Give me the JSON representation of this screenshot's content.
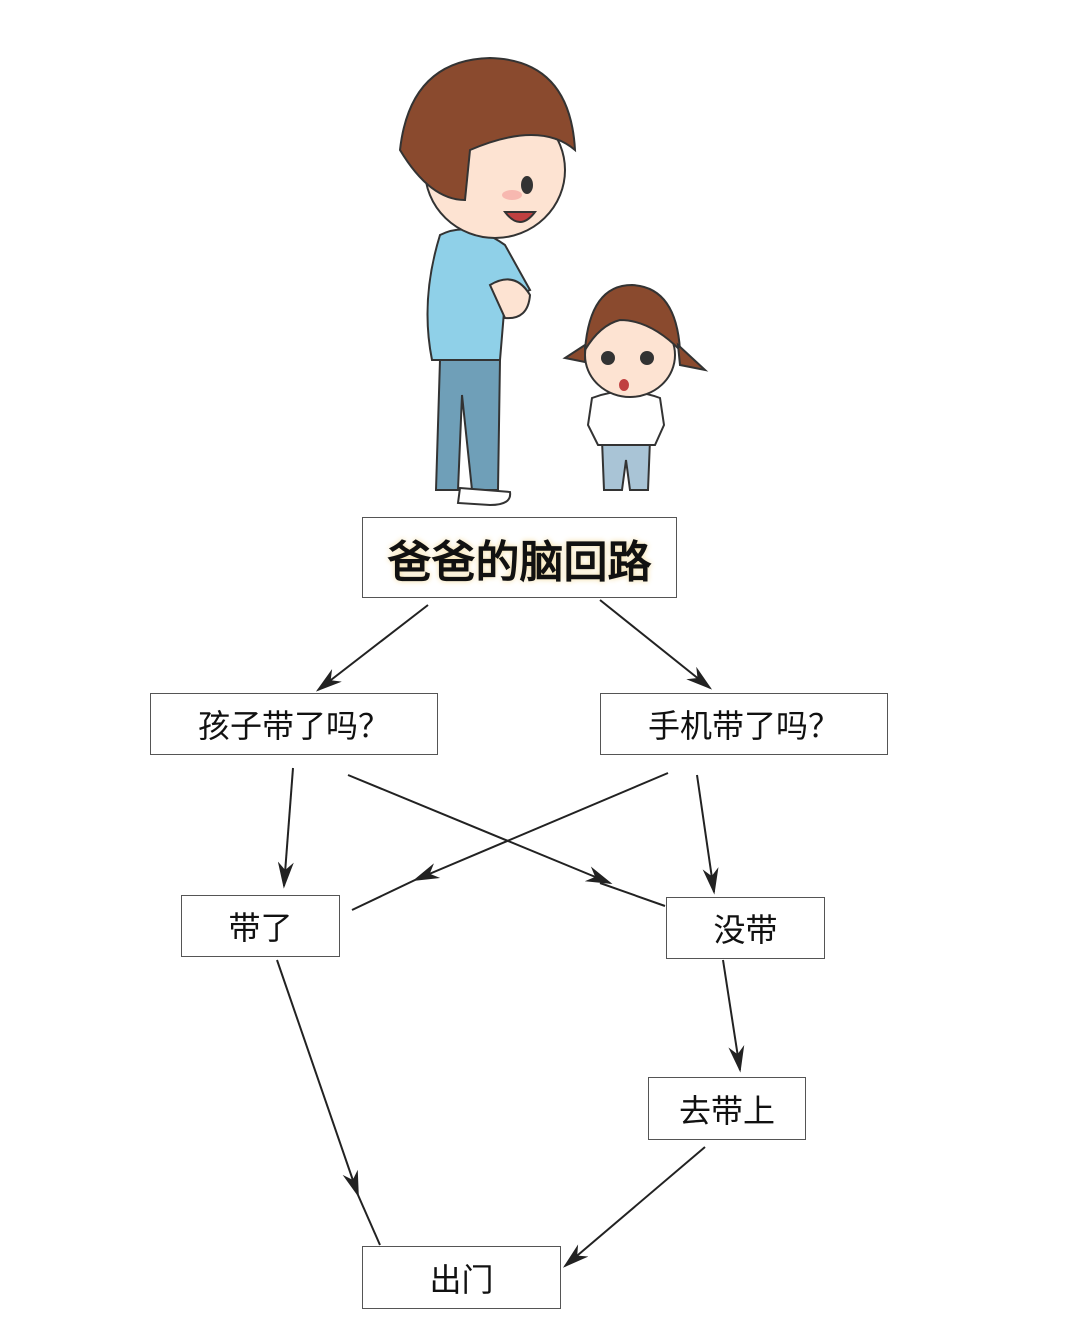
{
  "title": "爸爸的脑回路",
  "nodes": {
    "child_question": "孩子带了吗？",
    "phone_question": "手机带了吗？",
    "brought": "带了",
    "not_brought": "没带",
    "go_get": "去带上",
    "go_out": "出门"
  },
  "colors": {
    "shirt": "#8fd0e8",
    "pants": "#6f9fb8",
    "hair": "#8a4a2e",
    "skin": "#fde3d2",
    "line": "#222222"
  }
}
